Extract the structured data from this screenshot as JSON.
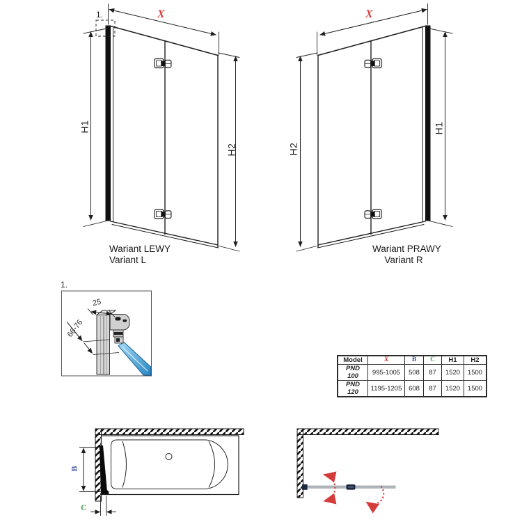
{
  "elevations": {
    "dim_x": "X",
    "dim_h1": "H1",
    "dim_h2": "H2",
    "left": {
      "detail_marker": "1.",
      "caption_line1": "Wariant LEWY",
      "caption_line2": "Variant L"
    },
    "right": {
      "caption_line1": "Wariant PRAWY",
      "caption_line2": "Variant R"
    }
  },
  "detail": {
    "marker": "1.",
    "profile_width_mm": "25",
    "adjust_range_mm": "66-76"
  },
  "plan_views": {
    "dim_b": "B",
    "dim_c": "C"
  },
  "table": {
    "headers": [
      "Model",
      "X",
      "B",
      "C",
      "H1",
      "H2"
    ],
    "rows": [
      [
        "PND 100",
        "995-1005",
        "508",
        "87",
        "1520",
        "1500"
      ],
      [
        "PND 120",
        "1195-1205",
        "608",
        "87",
        "1520",
        "1500"
      ]
    ]
  },
  "colors": {
    "line": "#1f1f1f",
    "accent_red": "#d43c3c",
    "accent_blue": "#44589e",
    "accent_green": "#4ca04f",
    "glass_light": "#a6d9f5",
    "glass_dark": "#2b88c2",
    "profile_gray": "#d6d6d6",
    "plan_screen_gray": "#b2b7bc",
    "hinge_navy": "#1c2740"
  }
}
